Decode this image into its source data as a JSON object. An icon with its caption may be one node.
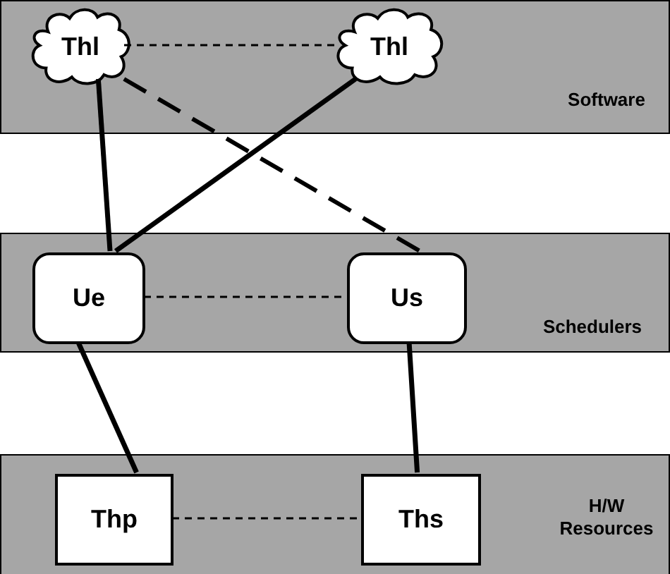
{
  "diagram": {
    "nodes": [
      {
        "text": [
          "Software"
        ]
      },
      {
        "text": [
          "Thl"
        ],
        "in": 0
      },
      {
        "text": [
          "Thl"
        ],
        "in": 0
      },
      {
        "text": [
          "Schedulers"
        ]
      },
      {
        "text": [
          "Ue"
        ],
        "in": 3
      },
      {
        "text": [
          "Us"
        ],
        "in": 3
      },
      {
        "text": [
          "H/W Resources"
        ]
      },
      {
        "text": [
          "Thp"
        ],
        "in": 6
      },
      {
        "text": [
          "Ths"
        ],
        "in": 6
      }
    ],
    "edges": [
      {
        "from": 1,
        "to": 2,
        "arrow": "none",
        "style": "dashed"
      },
      {
        "from": 1,
        "to": 4,
        "arrow": "none"
      },
      {
        "from": 2,
        "to": 4,
        "arrow": "none"
      },
      {
        "from": 1,
        "to": 5,
        "arrow": "none",
        "style": "dashed"
      },
      {
        "from": 4,
        "to": 5,
        "arrow": "none",
        "style": "dashed"
      },
      {
        "from": 4,
        "to": 7,
        "arrow": "none"
      },
      {
        "from": 5,
        "to": 8,
        "arrow": "none"
      },
      {
        "from": 7,
        "to": 8,
        "arrow": "none",
        "style": "dashed"
      }
    ]
  }
}
